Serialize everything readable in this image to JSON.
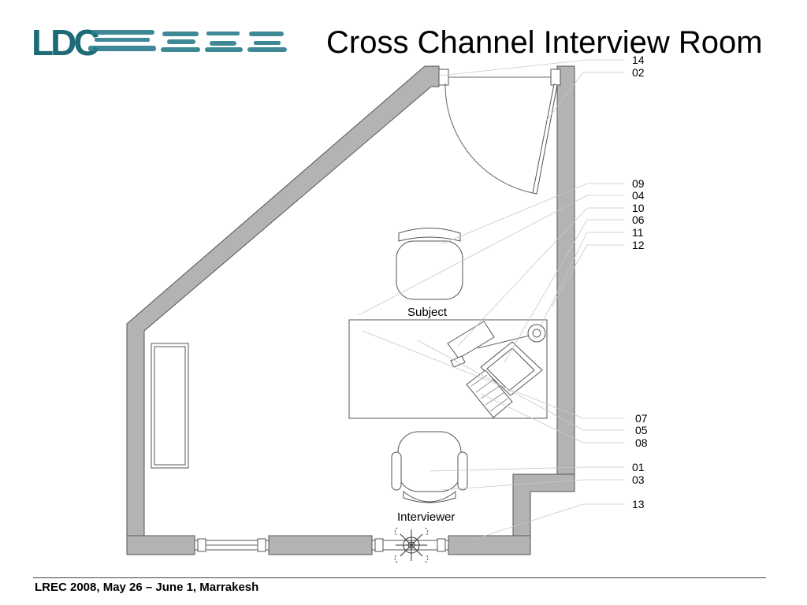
{
  "title": "Cross Channel Interview Room",
  "footer": "LREC 2008, May 26 – June 1, Marrakesh",
  "logo": {
    "text": "LDC",
    "color": "#1e6b78"
  },
  "labels": {
    "subject": "Subject",
    "interviewer": "Interviewer"
  },
  "callouts": [
    "14",
    "02",
    "09",
    "04",
    "10",
    "06",
    "11",
    "12",
    "07",
    "05",
    "08",
    "01",
    "03",
    "13"
  ],
  "colors": {
    "wall": "#b3b3b3",
    "accent": "#1e6b78"
  }
}
